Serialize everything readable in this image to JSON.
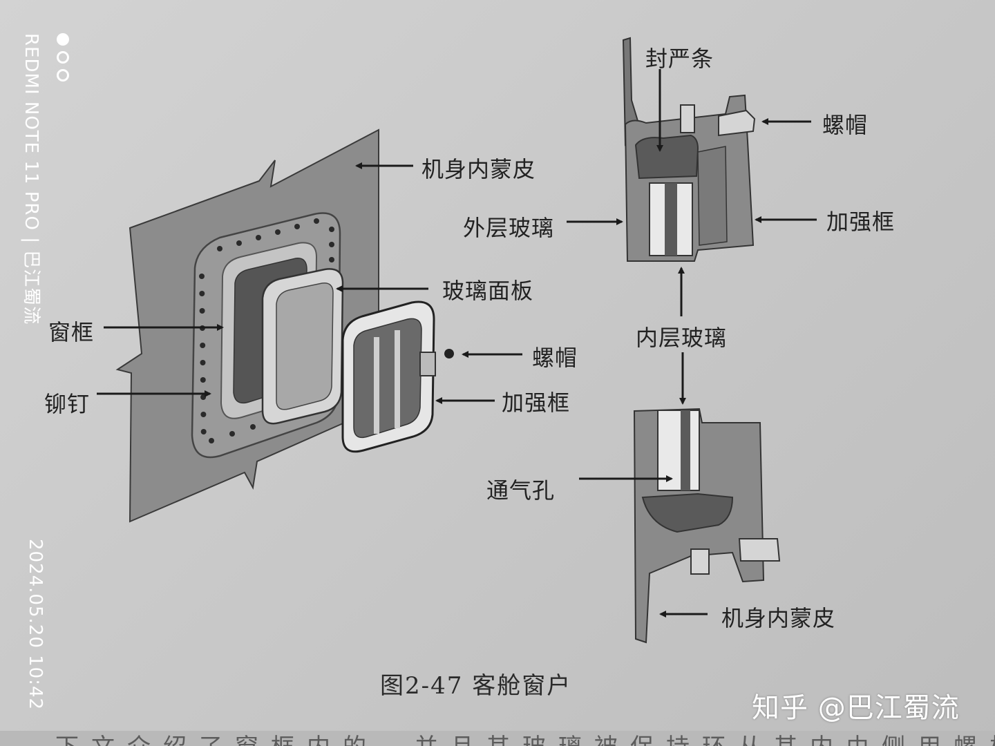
{
  "labels": {
    "left_skin": "机身内蒙皮",
    "glass_panel": "玻璃面板",
    "window_frame": "窗框",
    "rivet": "铆钉",
    "nut_left": "螺帽",
    "reinforce_left": "加强框",
    "seal_strip": "封严条",
    "nut_right": "螺帽",
    "outer_glass": "外层玻璃",
    "reinforce_right": "加强框",
    "inner_glass": "内层玻璃",
    "vent_hole": "通气孔",
    "right_skin": "机身内蒙皮"
  },
  "caption": "图2-47 客舱窗户",
  "watermark": "知乎 @巴江蜀流",
  "camera_stamp": {
    "device": "REDMI NOTE 11 PRO | 巴江蜀流",
    "datetime": "2024.05.20  10:42"
  },
  "bottom_text": "下文介绍了窗框内的，并且其玻璃被保持环从其内由侧用螺栓"
}
